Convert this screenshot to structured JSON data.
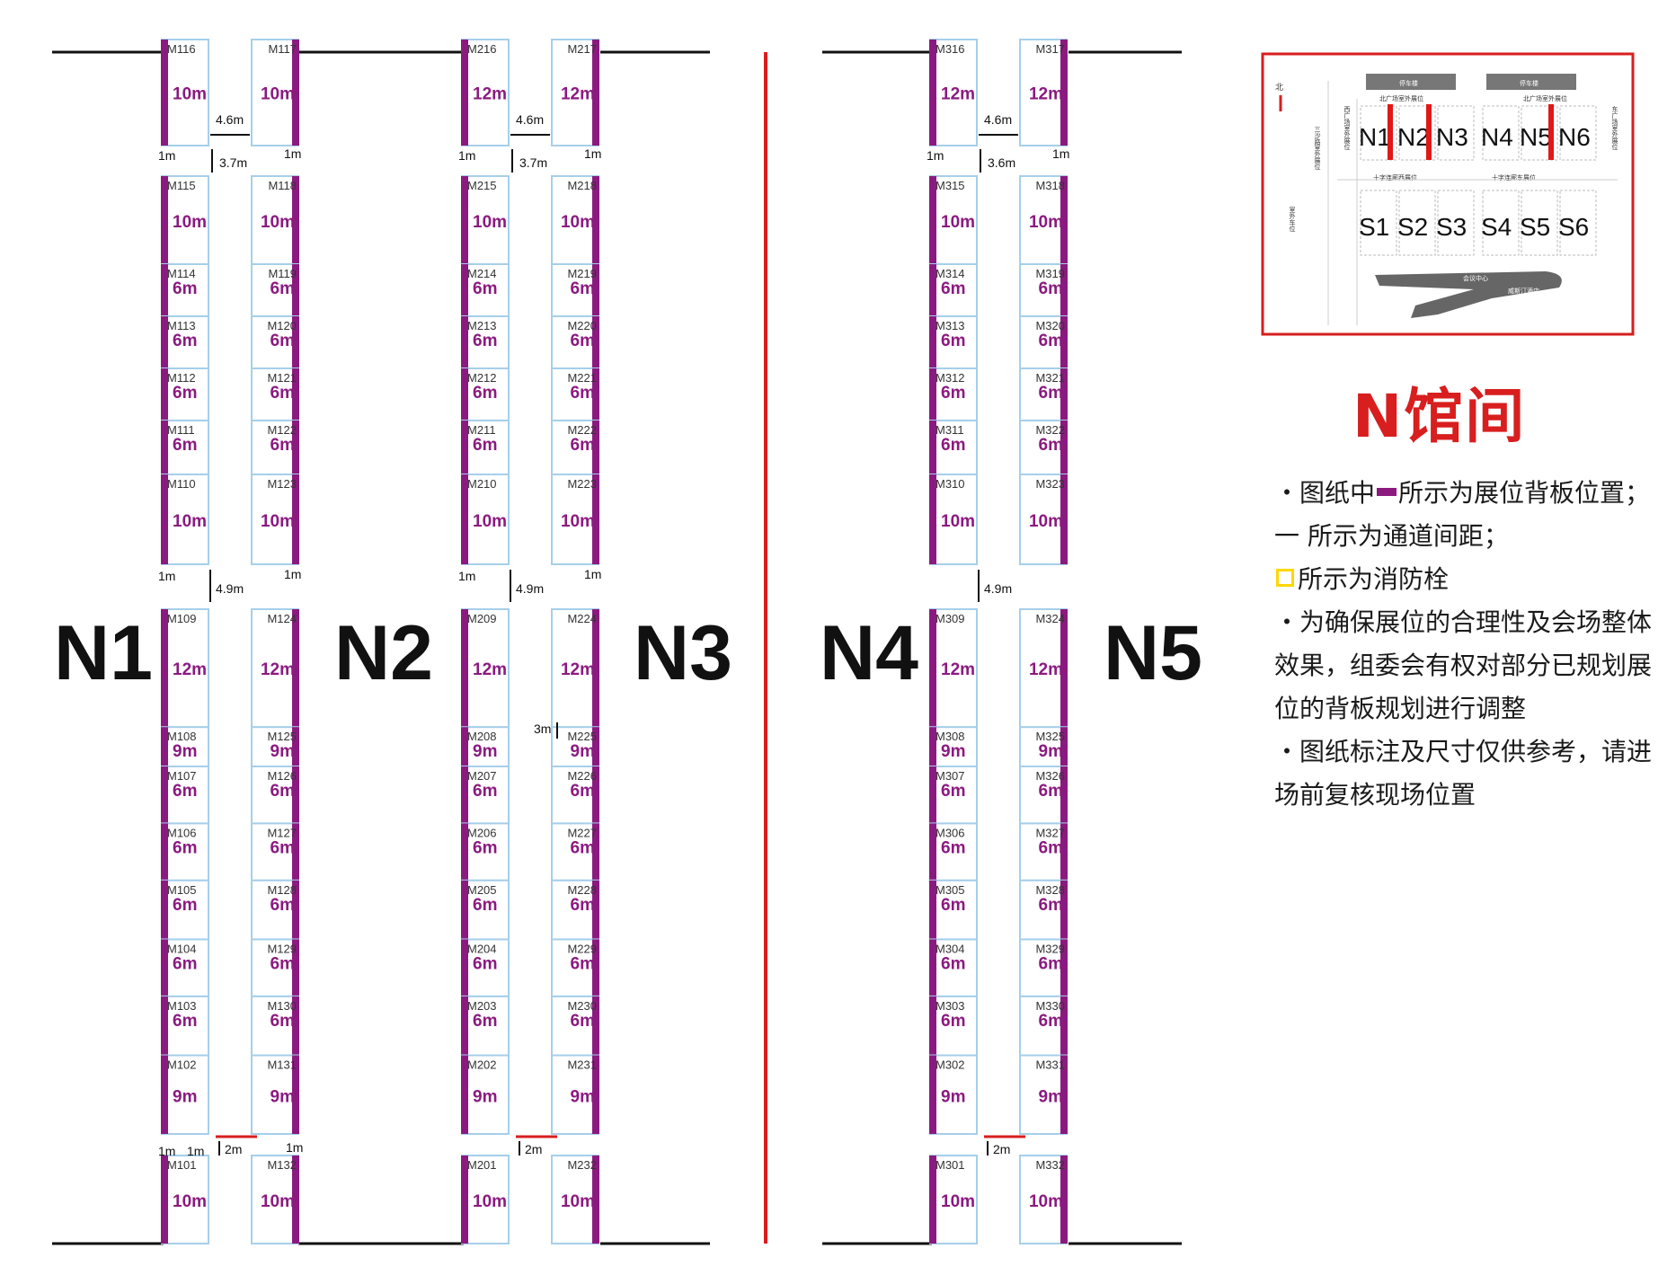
{
  "title": "N馆间",
  "colors": {
    "backboard": "#8B1A80",
    "booth_border": "#A6CFEA",
    "accent": "#D81E1E",
    "hydrant": "#FFD700"
  },
  "legend_notes": {
    "line1_a": "・图纸中",
    "line1_b": "所示为展位背板位置；",
    "line1_c": "一 所示为通道间距；",
    "line2": "所示为消防栓",
    "line3": "・为确保展位的合理性及会场整体效果，组委会有权对部分已规划展位的背板规划进行调整",
    "line4": "・图纸标注及尺寸仅供参考，请进场前复核现场位置"
  },
  "halls": [
    "N1",
    "N2",
    "N3",
    "N4",
    "N5"
  ],
  "rows": [
    {
      "left": [
        [
          "M116",
          "10m"
        ]
      ],
      "right": [
        [
          "M117",
          "10m"
        ]
      ]
    },
    {
      "left": [
        [
          "M115",
          "10m"
        ],
        [
          "M114",
          "6m"
        ],
        [
          "M113",
          "6m"
        ],
        [
          "M112",
          "6m"
        ],
        [
          "M111",
          "6m"
        ],
        [
          "M110",
          "10m"
        ]
      ],
      "right": [
        [
          "M118",
          "10m"
        ],
        [
          "M119",
          "6m"
        ],
        [
          "M120",
          "6m"
        ],
        [
          "M121",
          "6m"
        ],
        [
          "M122",
          "6m"
        ],
        [
          "M123",
          "10m"
        ]
      ]
    },
    {
      "left": [
        [
          "M109",
          "12m"
        ],
        [
          "M108",
          "9m"
        ],
        [
          "M107",
          "6m"
        ],
        [
          "M106",
          "6m"
        ],
        [
          "M105",
          "6m"
        ],
        [
          "M104",
          "6m"
        ],
        [
          "M103",
          "6m"
        ],
        [
          "M102",
          "9m"
        ]
      ],
      "right": [
        [
          "M124",
          "12m"
        ],
        [
          "M125",
          "9m"
        ],
        [
          "M126",
          "6m"
        ],
        [
          "M127",
          "6m"
        ],
        [
          "M128",
          "6m"
        ],
        [
          "M129",
          "6m"
        ],
        [
          "M130",
          "6m"
        ],
        [
          "M131",
          "9m"
        ]
      ]
    },
    {
      "left": [
        [
          "M101",
          "10m"
        ]
      ],
      "right": [
        [
          "M132",
          "10m"
        ]
      ]
    }
  ],
  "rows2": [
    {
      "left": [
        [
          "M216",
          "12m"
        ]
      ],
      "right": [
        [
          "M217",
          "12m"
        ]
      ]
    },
    {
      "left": [
        [
          "M215",
          "10m"
        ],
        [
          "M214",
          "6m"
        ],
        [
          "M213",
          "6m"
        ],
        [
          "M212",
          "6m"
        ],
        [
          "M211",
          "6m"
        ],
        [
          "M210",
          "10m"
        ]
      ],
      "right": [
        [
          "M218",
          "10m"
        ],
        [
          "M219",
          "6m"
        ],
        [
          "M220",
          "6m"
        ],
        [
          "M221",
          "6m"
        ],
        [
          "M222",
          "6m"
        ],
        [
          "M223",
          "10m"
        ]
      ]
    },
    {
      "left": [
        [
          "M209",
          "12m"
        ],
        [
          "M208",
          "9m"
        ],
        [
          "M207",
          "6m"
        ],
        [
          "M206",
          "6m"
        ],
        [
          "M205",
          "6m"
        ],
        [
          "M204",
          "6m"
        ],
        [
          "M203",
          "6m"
        ],
        [
          "M202",
          "9m"
        ]
      ],
      "right": [
        [
          "M224",
          "12m"
        ],
        [
          "M225",
          "9m"
        ],
        [
          "M226",
          "6m"
        ],
        [
          "M227",
          "6m"
        ],
        [
          "M228",
          "6m"
        ],
        [
          "M229",
          "6m"
        ],
        [
          "M230",
          "6m"
        ],
        [
          "M231",
          "9m"
        ]
      ]
    },
    {
      "left": [
        [
          "M201",
          "10m"
        ]
      ],
      "right": [
        [
          "M232",
          "10m"
        ]
      ]
    }
  ],
  "rows3": [
    {
      "left": [
        [
          "M316",
          "12m"
        ]
      ],
      "right": [
        [
          "M317",
          "12m"
        ]
      ]
    },
    {
      "left": [
        [
          "M315",
          "10m"
        ],
        [
          "M314",
          "6m"
        ],
        [
          "M313",
          "6m"
        ],
        [
          "M312",
          "6m"
        ],
        [
          "M311",
          "6m"
        ],
        [
          "M310",
          "10m"
        ]
      ],
      "right": [
        [
          "M318",
          "10m"
        ],
        [
          "M319",
          "6m"
        ],
        [
          "M320",
          "6m"
        ],
        [
          "M321",
          "6m"
        ],
        [
          "M322",
          "6m"
        ],
        [
          "M323",
          "10m"
        ]
      ]
    },
    {
      "left": [
        [
          "M309",
          "12m"
        ],
        [
          "M308",
          "9m"
        ],
        [
          "M307",
          "6m"
        ],
        [
          "M306",
          "6m"
        ],
        [
          "M305",
          "6m"
        ],
        [
          "M304",
          "6m"
        ],
        [
          "M303",
          "6m"
        ],
        [
          "M302",
          "9m"
        ]
      ],
      "right": [
        [
          "M324",
          "12m"
        ],
        [
          "M325",
          "9m"
        ],
        [
          "M326",
          "6m"
        ],
        [
          "M327",
          "6m"
        ],
        [
          "M328",
          "6m"
        ],
        [
          "M329",
          "6m"
        ],
        [
          "M330",
          "6m"
        ],
        [
          "M331",
          "9m"
        ]
      ]
    },
    {
      "left": [
        [
          "M301",
          "10m"
        ]
      ],
      "right": [
        [
          "M332",
          "10m"
        ]
      ]
    }
  ],
  "dims": {
    "w46": "4.6m",
    "w37": "3.7m",
    "w36": "3.6m",
    "w49": "4.9m",
    "w1": "1m",
    "w2": "2m",
    "w3": "3m"
  },
  "minimap": {
    "north": "北",
    "halls_n": [
      "N1",
      "N2",
      "N3",
      "N4",
      "N5",
      "N6"
    ],
    "halls_s": [
      "S1",
      "S2",
      "S3",
      "S4",
      "S5",
      "S6"
    ],
    "labels": [
      "停车楼",
      "停车楼",
      "北广场室外展位",
      "北广场室外展位",
      "十字连廊西展位",
      "十字连廊东展位",
      "西广场室外展位",
      "东广场室外展位",
      "三沙路室外展位",
      "室外车位",
      "会议中心",
      "威斯汀酒店"
    ]
  }
}
